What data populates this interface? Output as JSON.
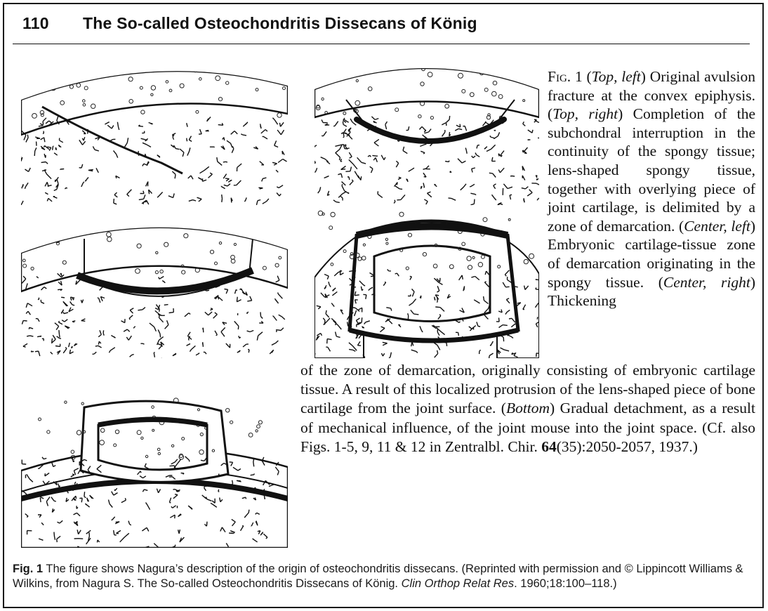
{
  "header": {
    "page_number": "110",
    "title": "The So-called Osteochondritis Dissecans of König"
  },
  "figure_legend": {
    "fig_label": "Fig. 1",
    "segments": [
      {
        "text": "(",
        "style": "normal"
      },
      {
        "text": "Top, left",
        "style": "italic"
      },
      {
        "text": ") Original avulsion fracture at the convex epiphysis. (",
        "style": "normal"
      },
      {
        "text": "Top, right",
        "style": "italic"
      },
      {
        "text": ") Completion of the subchondral interruption in the continuity of the spongy tissue; lens-shaped spongy tissue, together with overlying piece of joint cartilage, is delimited by a zone of demarcation. (",
        "style": "normal"
      },
      {
        "text": "Center, left",
        "style": "italic"
      },
      {
        "text": ") Embryonic cartilage-tissue zone of demarcation originating in the spongy tissue. (",
        "style": "normal"
      },
      {
        "text": "Center, right",
        "style": "italic"
      },
      {
        "text": ") Thickening",
        "style": "normal"
      }
    ],
    "continuation": [
      {
        "text": "of the zone of demarcation, originally consisting of embryonic cartilage tissue. A result of this localized protrusion of the lens-shaped piece of bone cartilage from the joint surface. (",
        "style": "normal"
      },
      {
        "text": "Bottom",
        "style": "italic"
      },
      {
        "text": ") Gradual detachment, as a result of mechanical influence, of the joint mouse into the joint space. (Cf. also Figs. 1-5, 9, 11 & 12 in Zentralbl. Chir. ",
        "style": "normal"
      },
      {
        "text": "64",
        "style": "bold"
      },
      {
        "text": "(35):2050-2057, 1937.)",
        "style": "normal"
      }
    ]
  },
  "caption": {
    "label": "Fig. 1",
    "text_before": " The figure shows Nagura’s description of the origin of osteochondritis dissecans. (Reprinted with permission and © Lippincott Williams & Wilkins, from Nagura S. The So-called Osteochondritis Dissecans of König. ",
    "journal": "Clin Orthop Relat Res",
    "text_after": ". 1960;18:100–118.)"
  }
}
